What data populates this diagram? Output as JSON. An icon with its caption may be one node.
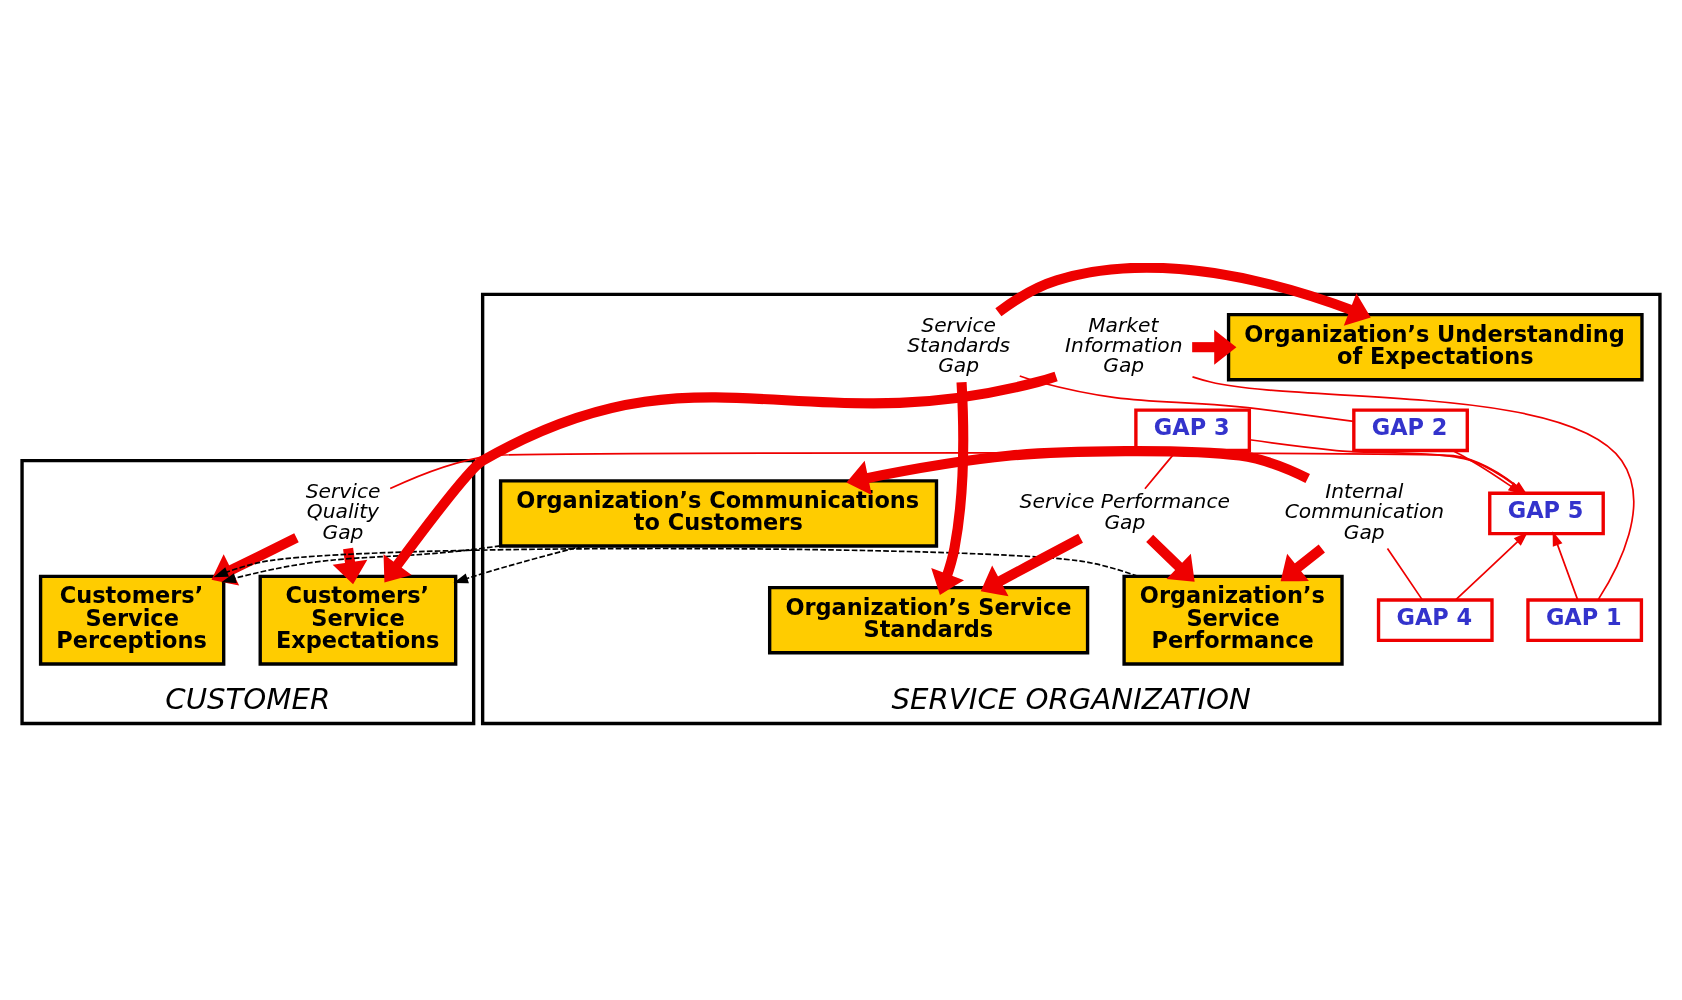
{
  "diagram": {
    "nodes": [
      {
        "text": [
          "CUSTOMER"
        ]
      },
      {
        "text": [
          "SERVICE ORGANIZATION"
        ]
      },
      {
        "text": [
          "Customers’ Service Expectations"
        ],
        "in": 0
      },
      {
        "text": [
          "Customers’ Service Perceptions"
        ],
        "in": 0
      },
      {
        "text": [
          "Organization’s Understanding of Expectations"
        ],
        "in": 1
      },
      {
        "text": [
          "Organization’s Service Standards"
        ],
        "in": 1
      },
      {
        "text": [
          "Organization’s Service Performance"
        ],
        "in": 1
      },
      {
        "text": [
          "Organization’s Communications to Customers"
        ],
        "in": 1
      },
      {
        "text": [
          "GAP 1"
        ],
        "in": 1
      },
      {
        "text": [
          "GAP 2"
        ],
        "in": 1
      },
      {
        "text": [
          "GAP 3"
        ],
        "in": 1
      },
      {
        "text": [
          "GAP 4"
        ],
        "in": 1
      },
      {
        "text": [
          "GAP 5"
        ],
        "in": 1
      },
      {
        "text": [
          "Market Information Gap"
        ],
        "in": 1
      },
      {
        "text": [
          "Service Standards Gap"
        ],
        "in": 1
      },
      {
        "text": [
          "Service Quality Gap"
        ],
        "in": 0
      },
      {
        "text": [
          "Service Performance Gap"
        ],
        "in": 1
      },
      {
        "text": [
          "Internal Communication Gap"
        ],
        "in": 1
      }
    ],
    "edges": [
      {
        "from": 13,
        "to": 4,
        "arrow": "to",
        "style": "thick"
      },
      {
        "from": 13,
        "to": 2,
        "arrow": "to",
        "style": "thick"
      },
      {
        "from": 14,
        "to": 4,
        "arrow": "to",
        "style": "thick"
      },
      {
        "from": 14,
        "to": 5,
        "arrow": "to",
        "style": "thick"
      },
      {
        "from": 15,
        "to": 2,
        "arrow": "to",
        "style": "thick"
      },
      {
        "from": 15,
        "to": 3,
        "arrow": "to",
        "style": "thick"
      },
      {
        "from": 16,
        "to": 5,
        "arrow": "to",
        "style": "thick"
      },
      {
        "from": 16,
        "to": 6,
        "arrow": "to",
        "style": "thick"
      },
      {
        "from": 17,
        "to": 6,
        "arrow": "to",
        "style": "thick"
      },
      {
        "from": 17,
        "to": 7,
        "arrow": "to",
        "style": "thick"
      },
      {
        "from": 13,
        "to": 8,
        "arrow": "none"
      },
      {
        "from": 8,
        "to": 12,
        "arrow": "to"
      },
      {
        "from": 14,
        "to": 9,
        "arrow": "none"
      },
      {
        "from": 9,
        "to": 12,
        "arrow": "to"
      },
      {
        "from": 15,
        "to": 12,
        "arrow": "none"
      },
      {
        "from": 16,
        "to": 10,
        "arrow": "none"
      },
      {
        "from": 10,
        "to": 12,
        "arrow": "to"
      },
      {
        "from": 11,
        "to": 12,
        "arrow": "to"
      },
      {
        "from": 11,
        "to": 17,
        "arrow": "none"
      },
      {
        "from": 6,
        "to": 3,
        "arrow": "to",
        "style": "dashed",
        "color": "#000000"
      },
      {
        "from": 7,
        "to": 3,
        "arrow": "to",
        "style": "dashed",
        "color": "#000000"
      },
      {
        "from": 7,
        "to": 2,
        "arrow": "to",
        "style": "dashed",
        "color": "#000000"
      }
    ]
  }
}
